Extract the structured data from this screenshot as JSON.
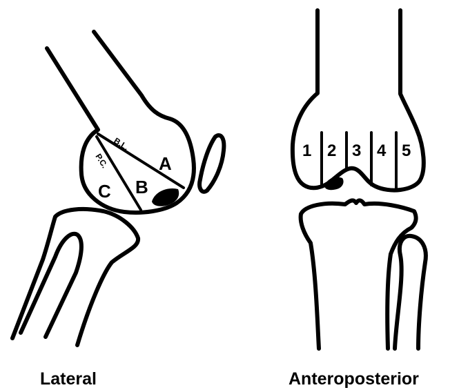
{
  "lateral": {
    "caption": "Lateral",
    "zone_labels": [
      "A",
      "B",
      "C"
    ],
    "line_labels": [
      "B.L.",
      "P.C."
    ]
  },
  "anteroposterior": {
    "caption": "Anteroposterior",
    "zone_labels": [
      "1",
      "2",
      "3",
      "4",
      "5"
    ]
  }
}
